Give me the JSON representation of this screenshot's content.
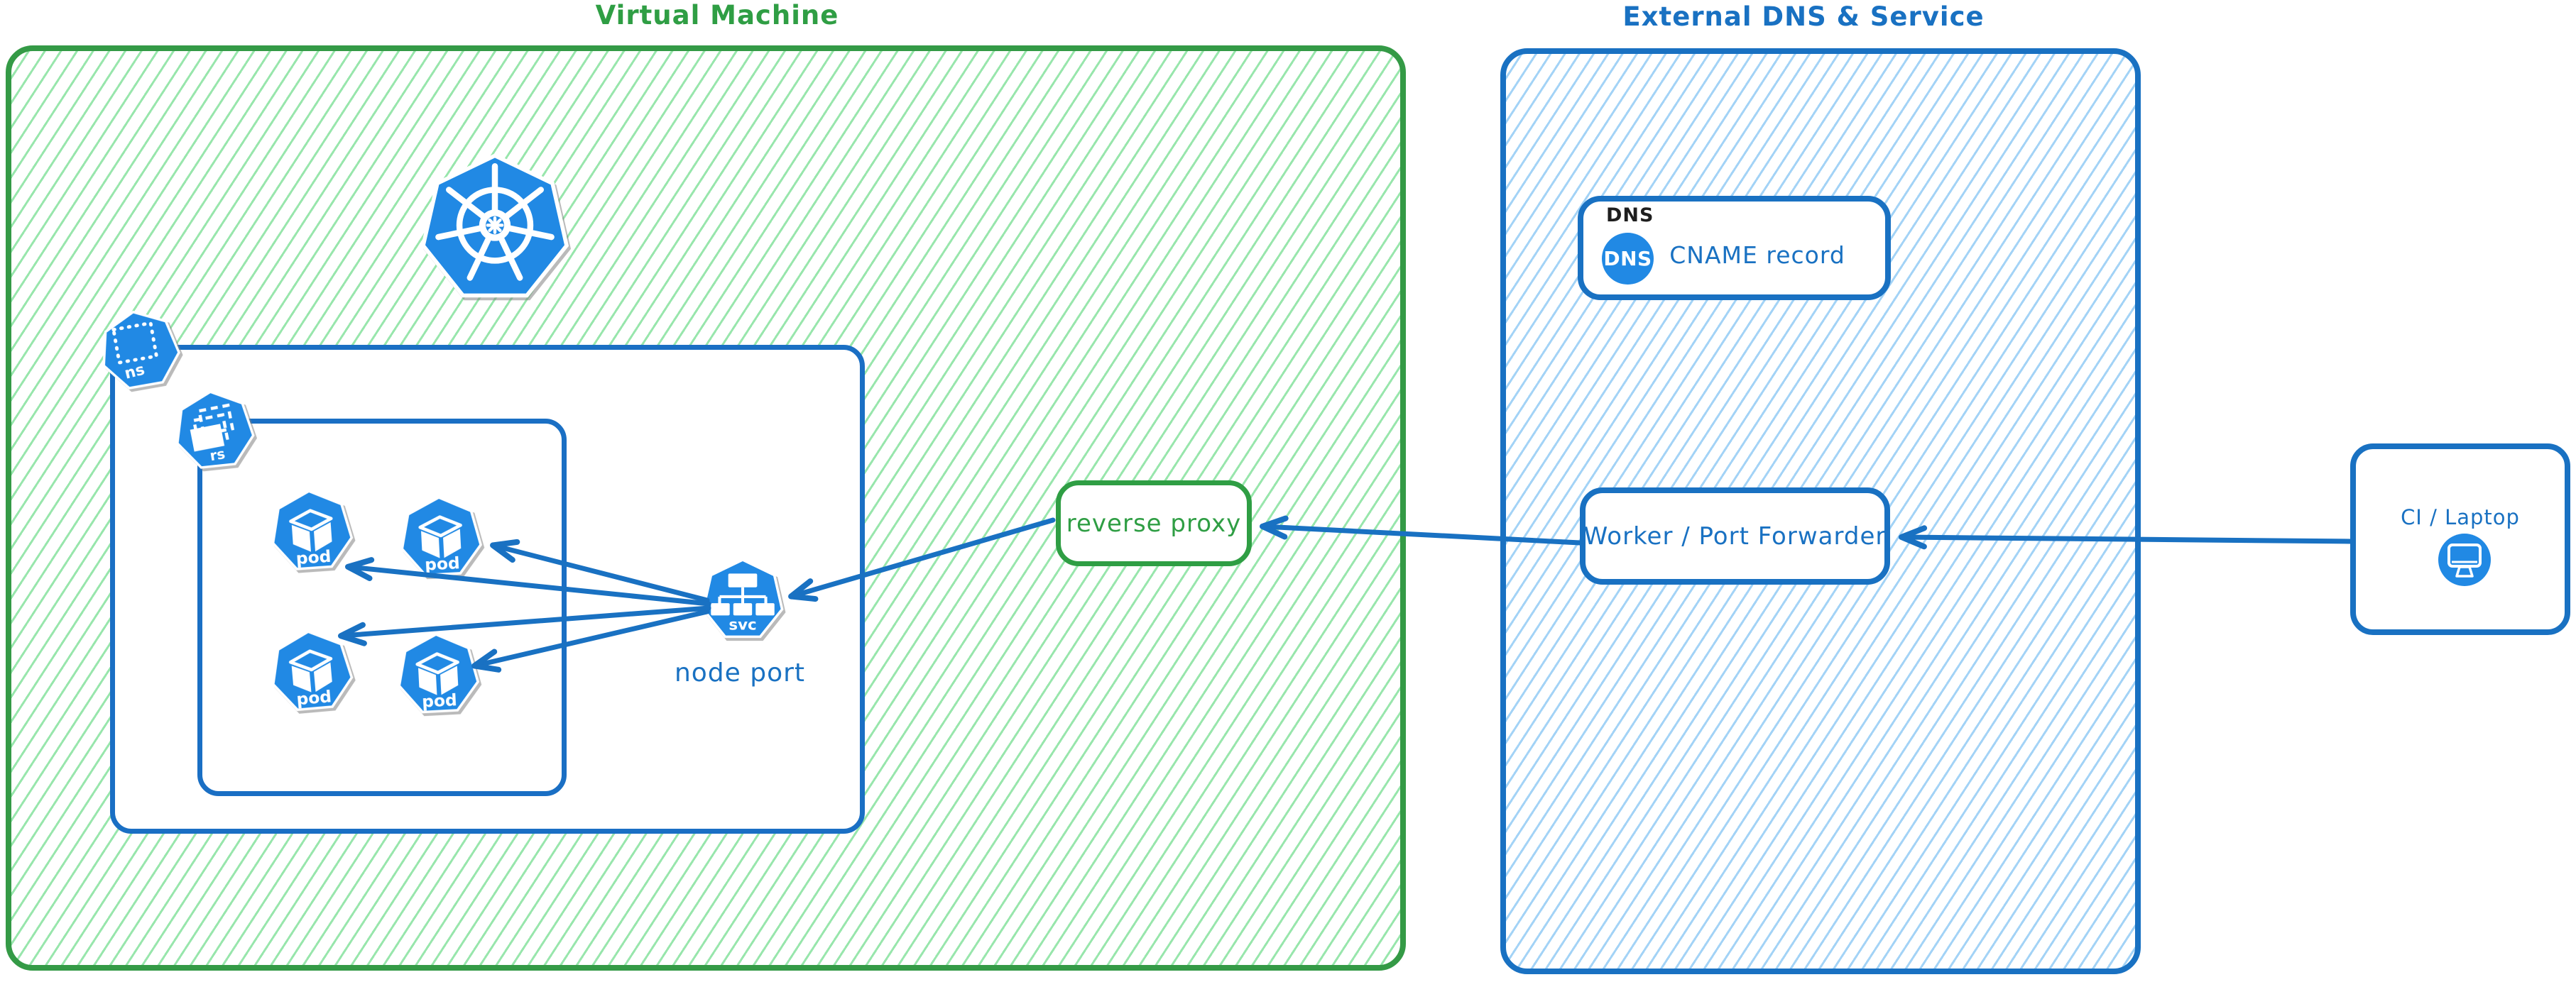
{
  "diagram": {
    "vm": {
      "title": "Virtual Machine"
    },
    "cluster": {
      "namespace_label": "ns",
      "replicaset_label": "rs",
      "pods": [
        {
          "label": "pod"
        },
        {
          "label": "pod"
        },
        {
          "label": "pod"
        },
        {
          "label": "pod"
        }
      ],
      "service_label": "svc",
      "node_port_label": "node port"
    },
    "reverse_proxy": {
      "label": "reverse proxy"
    },
    "external": {
      "title": "External DNS & Service",
      "dns": {
        "heading": "DNS",
        "badge": "DNS",
        "record_label": "CNAME record"
      },
      "worker": {
        "label": "Worker / Port Forwarder"
      }
    },
    "client": {
      "label": "CI / Laptop"
    }
  },
  "colors": {
    "green_stroke": "#2f9e44",
    "green_hatch": "#96e2a8",
    "blue_stroke": "#1971c2",
    "blue_hatch": "#a5d8ff",
    "icon_blue": "#2189e4",
    "label_dark": "#1e1e1e"
  }
}
